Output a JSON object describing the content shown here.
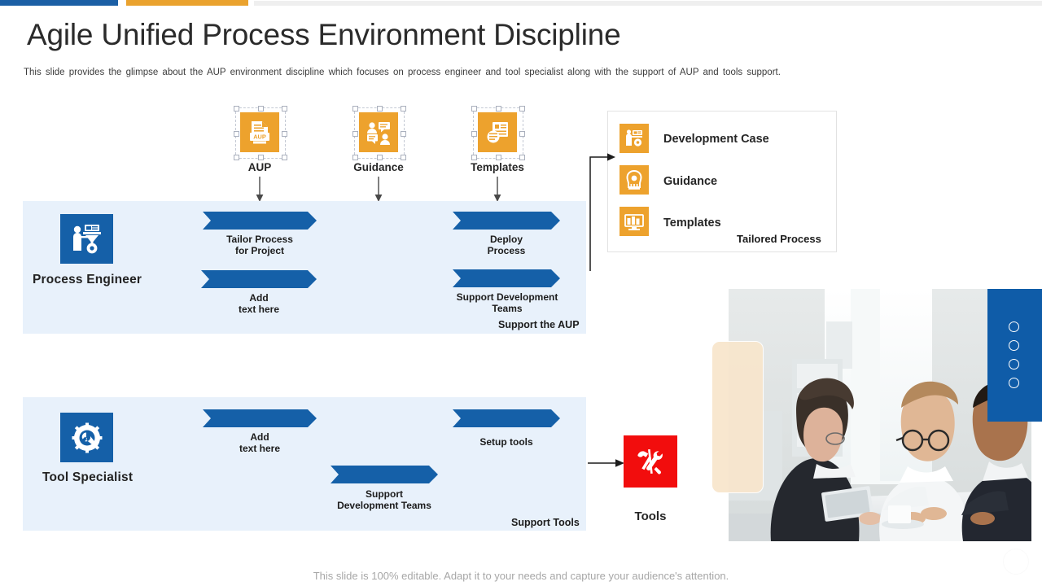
{
  "header": {
    "title": "Agile Unified Process Environment Discipline",
    "subtitle": "This slide provides  the glimpse about the AUP environment  discipline which focuses on process engineer  and tool specialist along with the support of AUP and tools support."
  },
  "accent_bars": {
    "blue": "#1b5fa5",
    "orange": "#eaa22e",
    "grey": "#efefef"
  },
  "top_inputs": [
    {
      "label": "AUP",
      "icon": "aup-document-icon"
    },
    {
      "label": "Guidance",
      "icon": "guidance-people-icon"
    },
    {
      "label": "Templates",
      "icon": "templates-icon"
    }
  ],
  "tailored_panel": {
    "items": [
      {
        "label": "Development Case",
        "icon": "development-case-icon"
      },
      {
        "label": "Guidance",
        "icon": "guidance-head-icon"
      },
      {
        "label": "Templates",
        "icon": "templates-monitor-icon"
      }
    ],
    "tag": "Tailored Process"
  },
  "process_engineer_band": {
    "role": "Process  Engineer",
    "role_icon": "process-engineer-icon",
    "tag": "Support the AUP",
    "steps": [
      {
        "label": "Tailor Process\nfor Project",
        "line1": "Tailor Process",
        "line2": "for Project"
      },
      {
        "label": "Add text here",
        "line1": "Add",
        "line2": "text here"
      },
      {
        "label": "Deploy Process",
        "line1": "Deploy",
        "line2": "Process"
      },
      {
        "label": "Support Development Teams",
        "line1": "Support Development",
        "line2": "Teams"
      }
    ]
  },
  "tool_specialist_band": {
    "role": "Tool Specialist",
    "role_icon": "tool-specialist-icon",
    "tag": "Support Tools",
    "steps": [
      {
        "line1": "Add",
        "line2": "text here"
      },
      {
        "line1": "Setup tools",
        "line2": ""
      },
      {
        "line1": "Support",
        "line2": "Development Teams"
      }
    ]
  },
  "tools_node": {
    "label": "Tools",
    "icon": "tools-hammer-wrench-icon",
    "color": "#f20d0d"
  },
  "photo": {
    "alt": "business meeting three colleagues at table",
    "accent_panel_color": "#0f5ca8",
    "accent_dots": 4,
    "cream_color": "#f8e6cd"
  },
  "footer": {
    "text": "This slide is 100% editable. Adapt it to your needs and capture your audience's attention."
  },
  "colors": {
    "band_bg": "#e8f1fb",
    "chevron": "#1560a8",
    "chevron_dark": "#0f4c86",
    "orange": "#eda22d",
    "blue_icon": "#1560a8"
  }
}
